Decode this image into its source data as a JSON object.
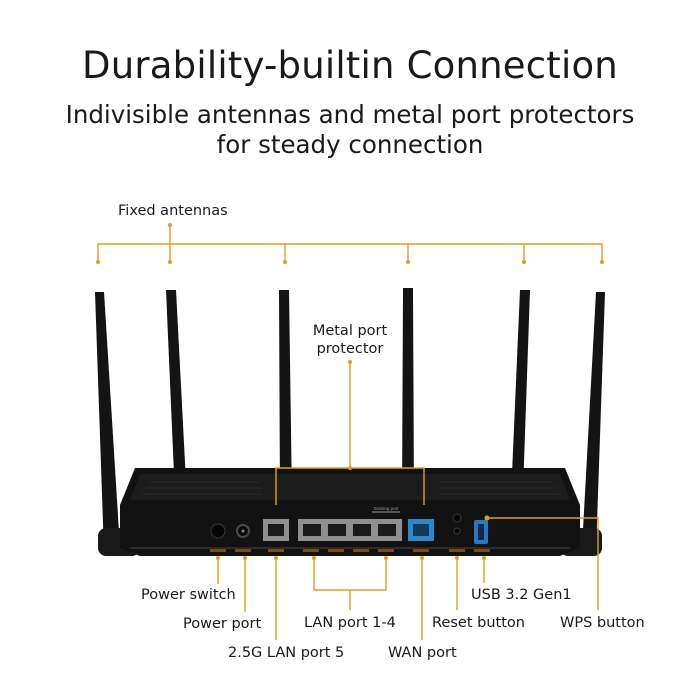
{
  "title": "Durability-builtin Connection",
  "subtitle": "Indivisible antennas and metal port protectors for steady connection",
  "colors": {
    "leader": "#e0a01e",
    "router_body": "#121212",
    "wan_port": "#2f86c9",
    "lan_port": "#8f8f8f"
  },
  "router_port_labels": {
    "gaming_port": "Gaming port"
  },
  "labels": {
    "fixed_antennas": "Fixed antennas",
    "metal_port_protector": "Metal port\nprotector",
    "power_switch": "Power switch",
    "power_port": "Power port",
    "lan_25g": "2.5G LAN port 5",
    "lan_1_4": "LAN port 1-4",
    "wan_port": "WAN port",
    "reset_button": "Reset button",
    "usb": "USB 3.2 Gen1",
    "wps_button": "WPS button"
  }
}
